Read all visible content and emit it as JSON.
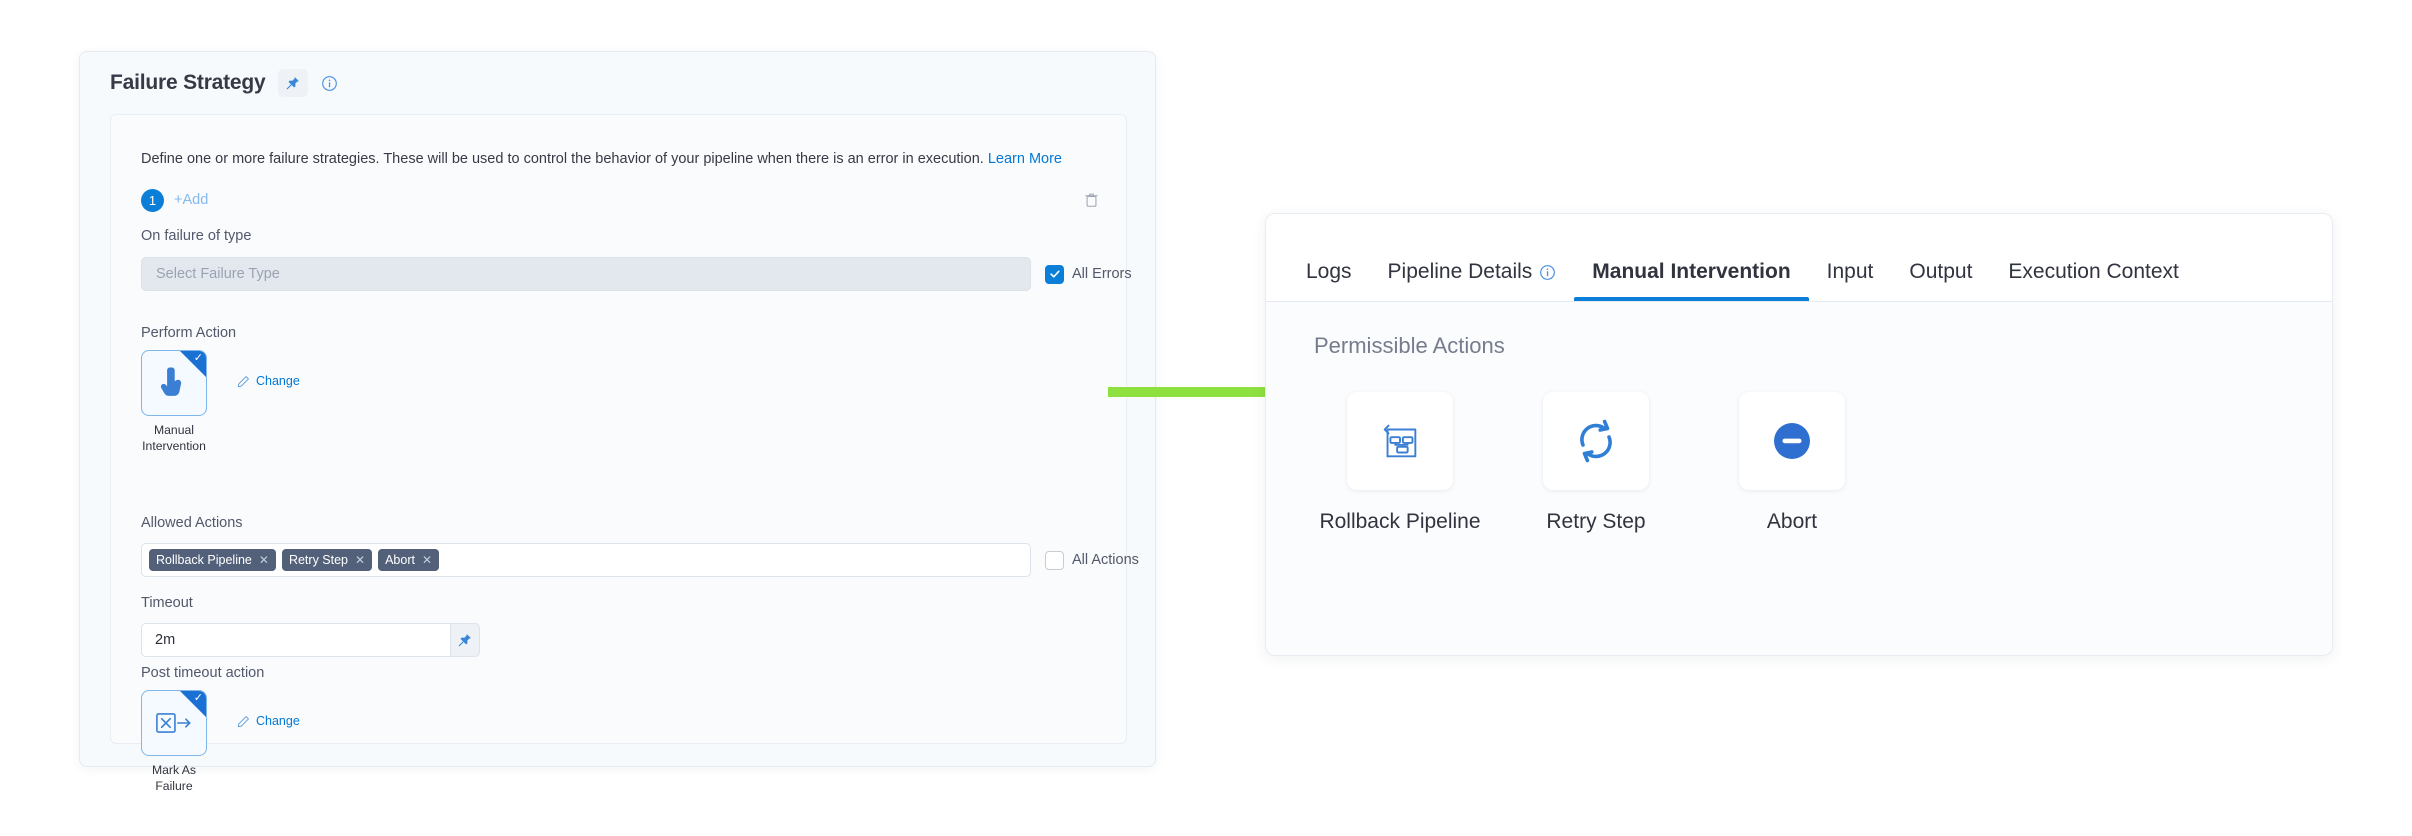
{
  "failure_strategy": {
    "title": "Failure Strategy",
    "pin_icon": "pin-icon",
    "info_icon": "info-circle-icon",
    "description": "Define one or more failure strategies. These will be used to control the behavior of your pipeline when there is an error in execution.",
    "learn_more": "Learn More",
    "strategy_index": "1",
    "add_label": "+Add",
    "delete_icon": "trash-icon",
    "on_failure_label": "On failure of type",
    "failure_type_placeholder": "Select Failure Type",
    "all_errors": {
      "label": "All Errors",
      "checked": true
    },
    "perform_action_label": "Perform Action",
    "perform_action": {
      "icon": "pointing-hand-icon",
      "caption": "Manual Intervention",
      "selected": true,
      "change_label": "Change",
      "change_icon": "pencil-icon"
    },
    "allowed_actions_label": "Allowed Actions",
    "allowed_actions": [
      "Rollback Pipeline",
      "Retry Step",
      "Abort"
    ],
    "all_actions": {
      "label": "All Actions",
      "checked": false
    },
    "timeout_label": "Timeout",
    "timeout_value": "2m",
    "timeout_pin_icon": "pin-icon",
    "post_timeout_label": "Post timeout action",
    "post_timeout_action": {
      "icon": "mark-as-failure-icon",
      "caption": "Mark As Failure",
      "selected": true,
      "change_label": "Change",
      "change_icon": "pencil-icon"
    }
  },
  "details_panel": {
    "tabs": [
      {
        "label": "Logs",
        "active": false,
        "icon": null
      },
      {
        "label": "Pipeline Details",
        "active": false,
        "icon": "info-circle-icon"
      },
      {
        "label": "Manual Intervention",
        "active": true,
        "icon": null
      },
      {
        "label": "Input",
        "active": false,
        "icon": null
      },
      {
        "label": "Output",
        "active": false,
        "icon": null
      },
      {
        "label": "Execution Context",
        "active": false,
        "icon": null
      }
    ],
    "section_title": "Permissible Actions",
    "actions": [
      {
        "label": "Rollback Pipeline",
        "icon": "rollback-pipeline-icon"
      },
      {
        "label": "Retry Step",
        "icon": "retry-circular-arrows-icon"
      },
      {
        "label": "Abort",
        "icon": "abort-minus-circle-icon"
      }
    ]
  },
  "annotation": {
    "arrow_icon": "green-right-arrow",
    "arrow_color": "#8ee03f"
  },
  "colors": {
    "accent_blue": "#0b7fd8",
    "tag_slate": "#53607a",
    "panel_bg": "#f9fbfd",
    "text_dark": "#31343f",
    "text_muted": "#777c8c"
  }
}
